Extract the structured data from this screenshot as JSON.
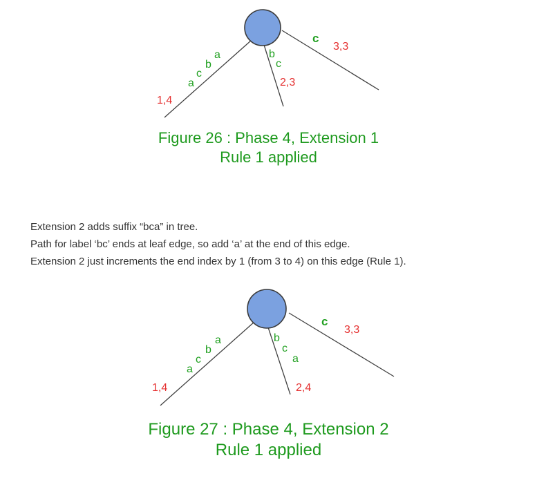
{
  "figure1": {
    "edge_chars": {
      "left": [
        "a",
        "c",
        "b",
        "a"
      ],
      "middle": [
        "b",
        "c"
      ],
      "right": [
        "c"
      ]
    },
    "index_labels": {
      "left": "1,4",
      "middle": "2,3",
      "right": "3,3"
    },
    "caption": [
      "Figure 26 : Phase 4, Extension 1",
      "Rule 1 applied"
    ]
  },
  "paragraph": [
    "Extension 2 adds suffix “bca” in tree.",
    "Path for label ‘bc’ ends at leaf edge, so add ‘a’ at the end of this edge.",
    "Extension 2 just increments the end index by 1 (from 3 to 4) on this edge (Rule 1)."
  ],
  "figure2": {
    "edge_chars": {
      "left": [
        "a",
        "c",
        "b",
        "a"
      ],
      "middle": [
        "b",
        "c",
        "a"
      ],
      "right": [
        "c"
      ]
    },
    "index_labels": {
      "left": "1,4",
      "middle": "2,4",
      "right": "3,3"
    },
    "caption": [
      "Figure 27 : Phase 4, Extension 2",
      "Rule 1 applied"
    ]
  },
  "colors": {
    "node_fill": "#7ba1e0",
    "edge_label": "#21a021",
    "index_label": "#e53030",
    "caption": "#1e9a1e"
  }
}
